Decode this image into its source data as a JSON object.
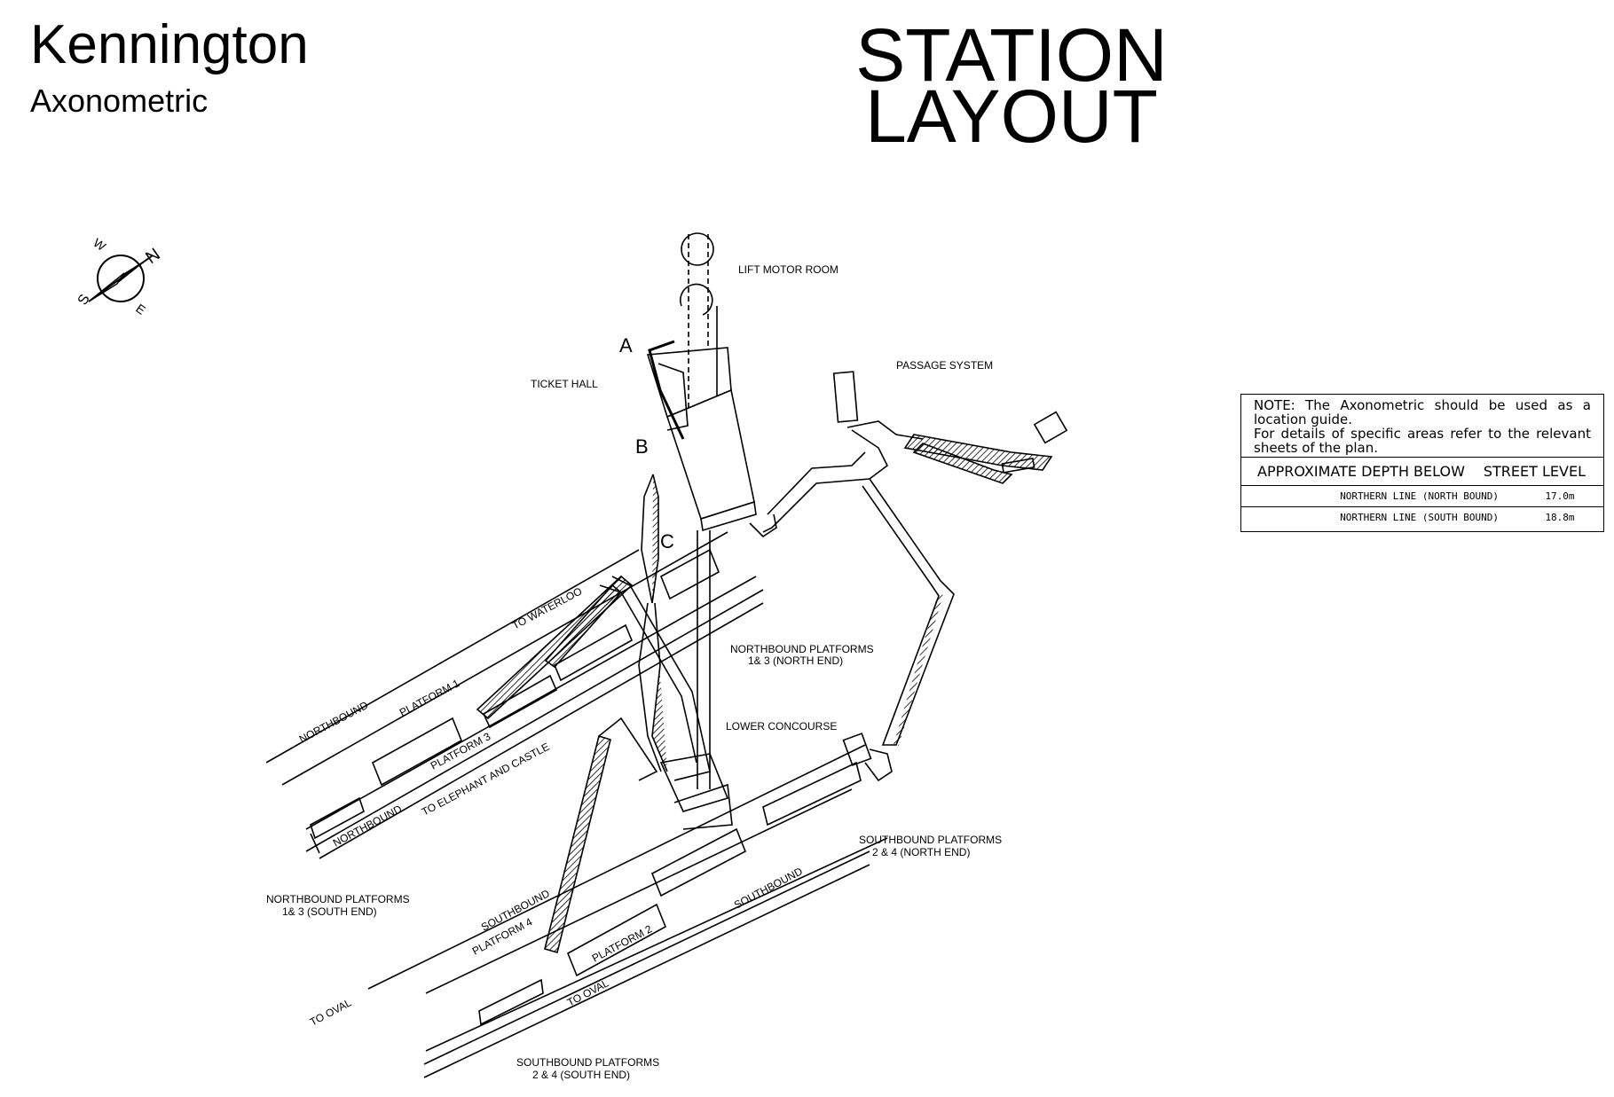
{
  "header": {
    "station": "Kennington",
    "subtitle": "Axonometric",
    "title_line1": "STATION",
    "title_line2": "LAYOUT"
  },
  "compass": {
    "n": "N",
    "s": "S",
    "e": "E",
    "w": "W"
  },
  "labels": {
    "lift_motor_room": "LIFT MOTOR ROOM",
    "passage_system": "PASSAGE SYSTEM",
    "ticket_hall": "TICKET HALL",
    "a": "A",
    "b": "B",
    "c": "C",
    "to_waterloo": "TO WATERLOO",
    "northbound_upper": "NORTHBOUND",
    "platform_1": "PLATFORM 1",
    "platform_3": "PLATFORM 3",
    "to_elephant": "TO ELEPHANT AND CASTLE",
    "northbound_lower": "NORTHBOUND",
    "nb_platforms_north": "NORTHBOUND PLATFORMS",
    "nb_platforms_north_2": "1& 3 (NORTH END)",
    "lower_concourse": "LOWER CONCOURSE",
    "sb_platforms_north": "SOUTHBOUND PLATFORMS",
    "sb_platforms_north_2": "2 & 4 (NORTH END)",
    "nb_platforms_south": "NORTHBOUND PLATFORMS",
    "nb_platforms_south_2": "1& 3 (SOUTH END)",
    "southbound_upper": "SOUTHBOUND",
    "platform_4": "PLATFORM 4",
    "platform_2": "PLATFORM 2",
    "southbound_right": "SOUTHBOUND",
    "to_oval_left": "TO OVAL",
    "to_oval_mid": "TO OVAL",
    "sb_platforms_south": "SOUTHBOUND PLATFORMS",
    "sb_platforms_south_2": "2 & 4 (SOUTH END)"
  },
  "note": {
    "line1": "NOTE: The Axonometric should be used as a location guide.",
    "line2": "For details of specific areas refer to the relevant sheets of the plan.",
    "depth_header_left": "APPROXIMATE DEPTH BELOW",
    "depth_header_right": "STREET LEVEL",
    "rows": [
      {
        "line": "NORTHERN LINE (NORTH BOUND)",
        "depth": "17.0m"
      },
      {
        "line": "NORTHERN LINE (SOUTH BOUND)",
        "depth": "18.8m"
      }
    ]
  }
}
